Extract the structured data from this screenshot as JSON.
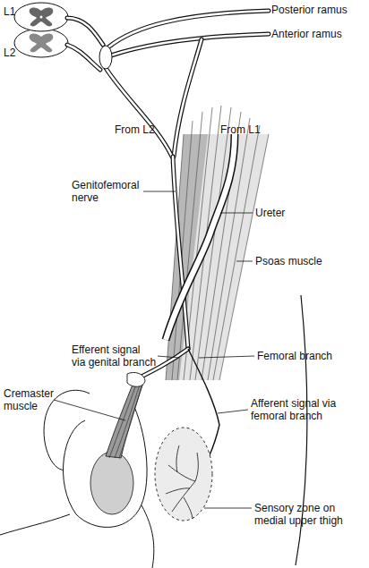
{
  "diagram": {
    "labels": [
      "L1",
      "L2",
      "Posterior ramus",
      "Anterior ramus",
      "From L2",
      "From L1",
      "Genitofemoral nerve",
      "Ureter",
      "Psoas muscle",
      "Efferent signal via genital branch",
      "Femoral branch",
      "Cremaster muscle",
      "Afferent signal via femoral branch",
      "Sensory zone on medial upper thigh"
    ]
  }
}
